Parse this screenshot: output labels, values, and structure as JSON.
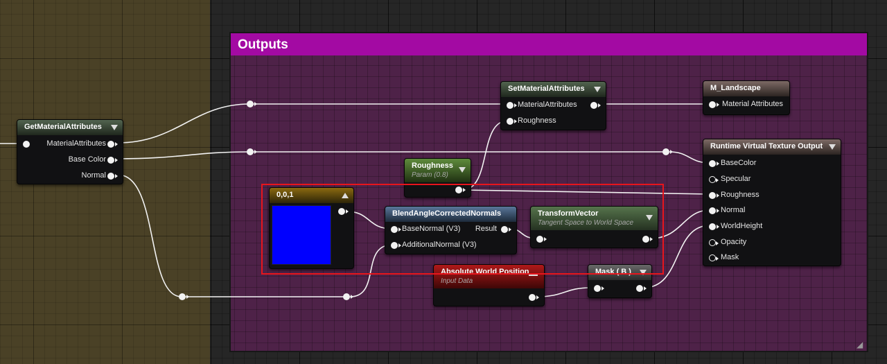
{
  "comment": {
    "title": "Outputs",
    "color": "#a30aa3"
  },
  "colors": {
    "wire": "#f2f2f2",
    "selection": "#e8151c",
    "swatch": "#0000ff"
  },
  "nodes": {
    "get_material_attributes": {
      "title": "GetMaterialAttributes",
      "pins": {
        "material_attributes": "MaterialAttributes",
        "base_color": "Base Color",
        "normal": "Normal"
      }
    },
    "set_material_attributes": {
      "title": "SetMaterialAttributes",
      "pins": {
        "material_attributes": "MaterialAttributes",
        "roughness": "Roughness"
      }
    },
    "m_landscape": {
      "title": "M_Landscape",
      "pins": {
        "material_attributes": "Material Attributes"
      }
    },
    "rvt_output": {
      "title": "Runtime Virtual Texture Output",
      "pins": {
        "base_color": "BaseColor",
        "specular": "Specular",
        "roughness": "Roughness",
        "normal": "Normal",
        "world_height": "WorldHeight",
        "opacity": "Opacity",
        "mask": "Mask"
      }
    },
    "roughness_param": {
      "title": "Roughness",
      "subtitle": "Param (0.8)"
    },
    "constant_vector": {
      "title": "0,0,1"
    },
    "blend_normals": {
      "title": "BlendAngleCorrectedNormals",
      "pins": {
        "base_normal": "BaseNormal (V3)",
        "additional_normal": "AdditionalNormal (V3)",
        "result": "Result"
      }
    },
    "transform_vector": {
      "title": "TransformVector",
      "subtitle": "Tangent Space to World Space"
    },
    "absolute_world_position": {
      "title": "Absolute World Position",
      "subtitle": "Input Data"
    },
    "mask_b": {
      "title": "Mask ( B )"
    }
  },
  "icons": [
    "collapse-caret-icon",
    "expand-caret-icon",
    "minimize-icon",
    "resize-grip-icon",
    "pin-icon",
    "reroute-icon"
  ]
}
